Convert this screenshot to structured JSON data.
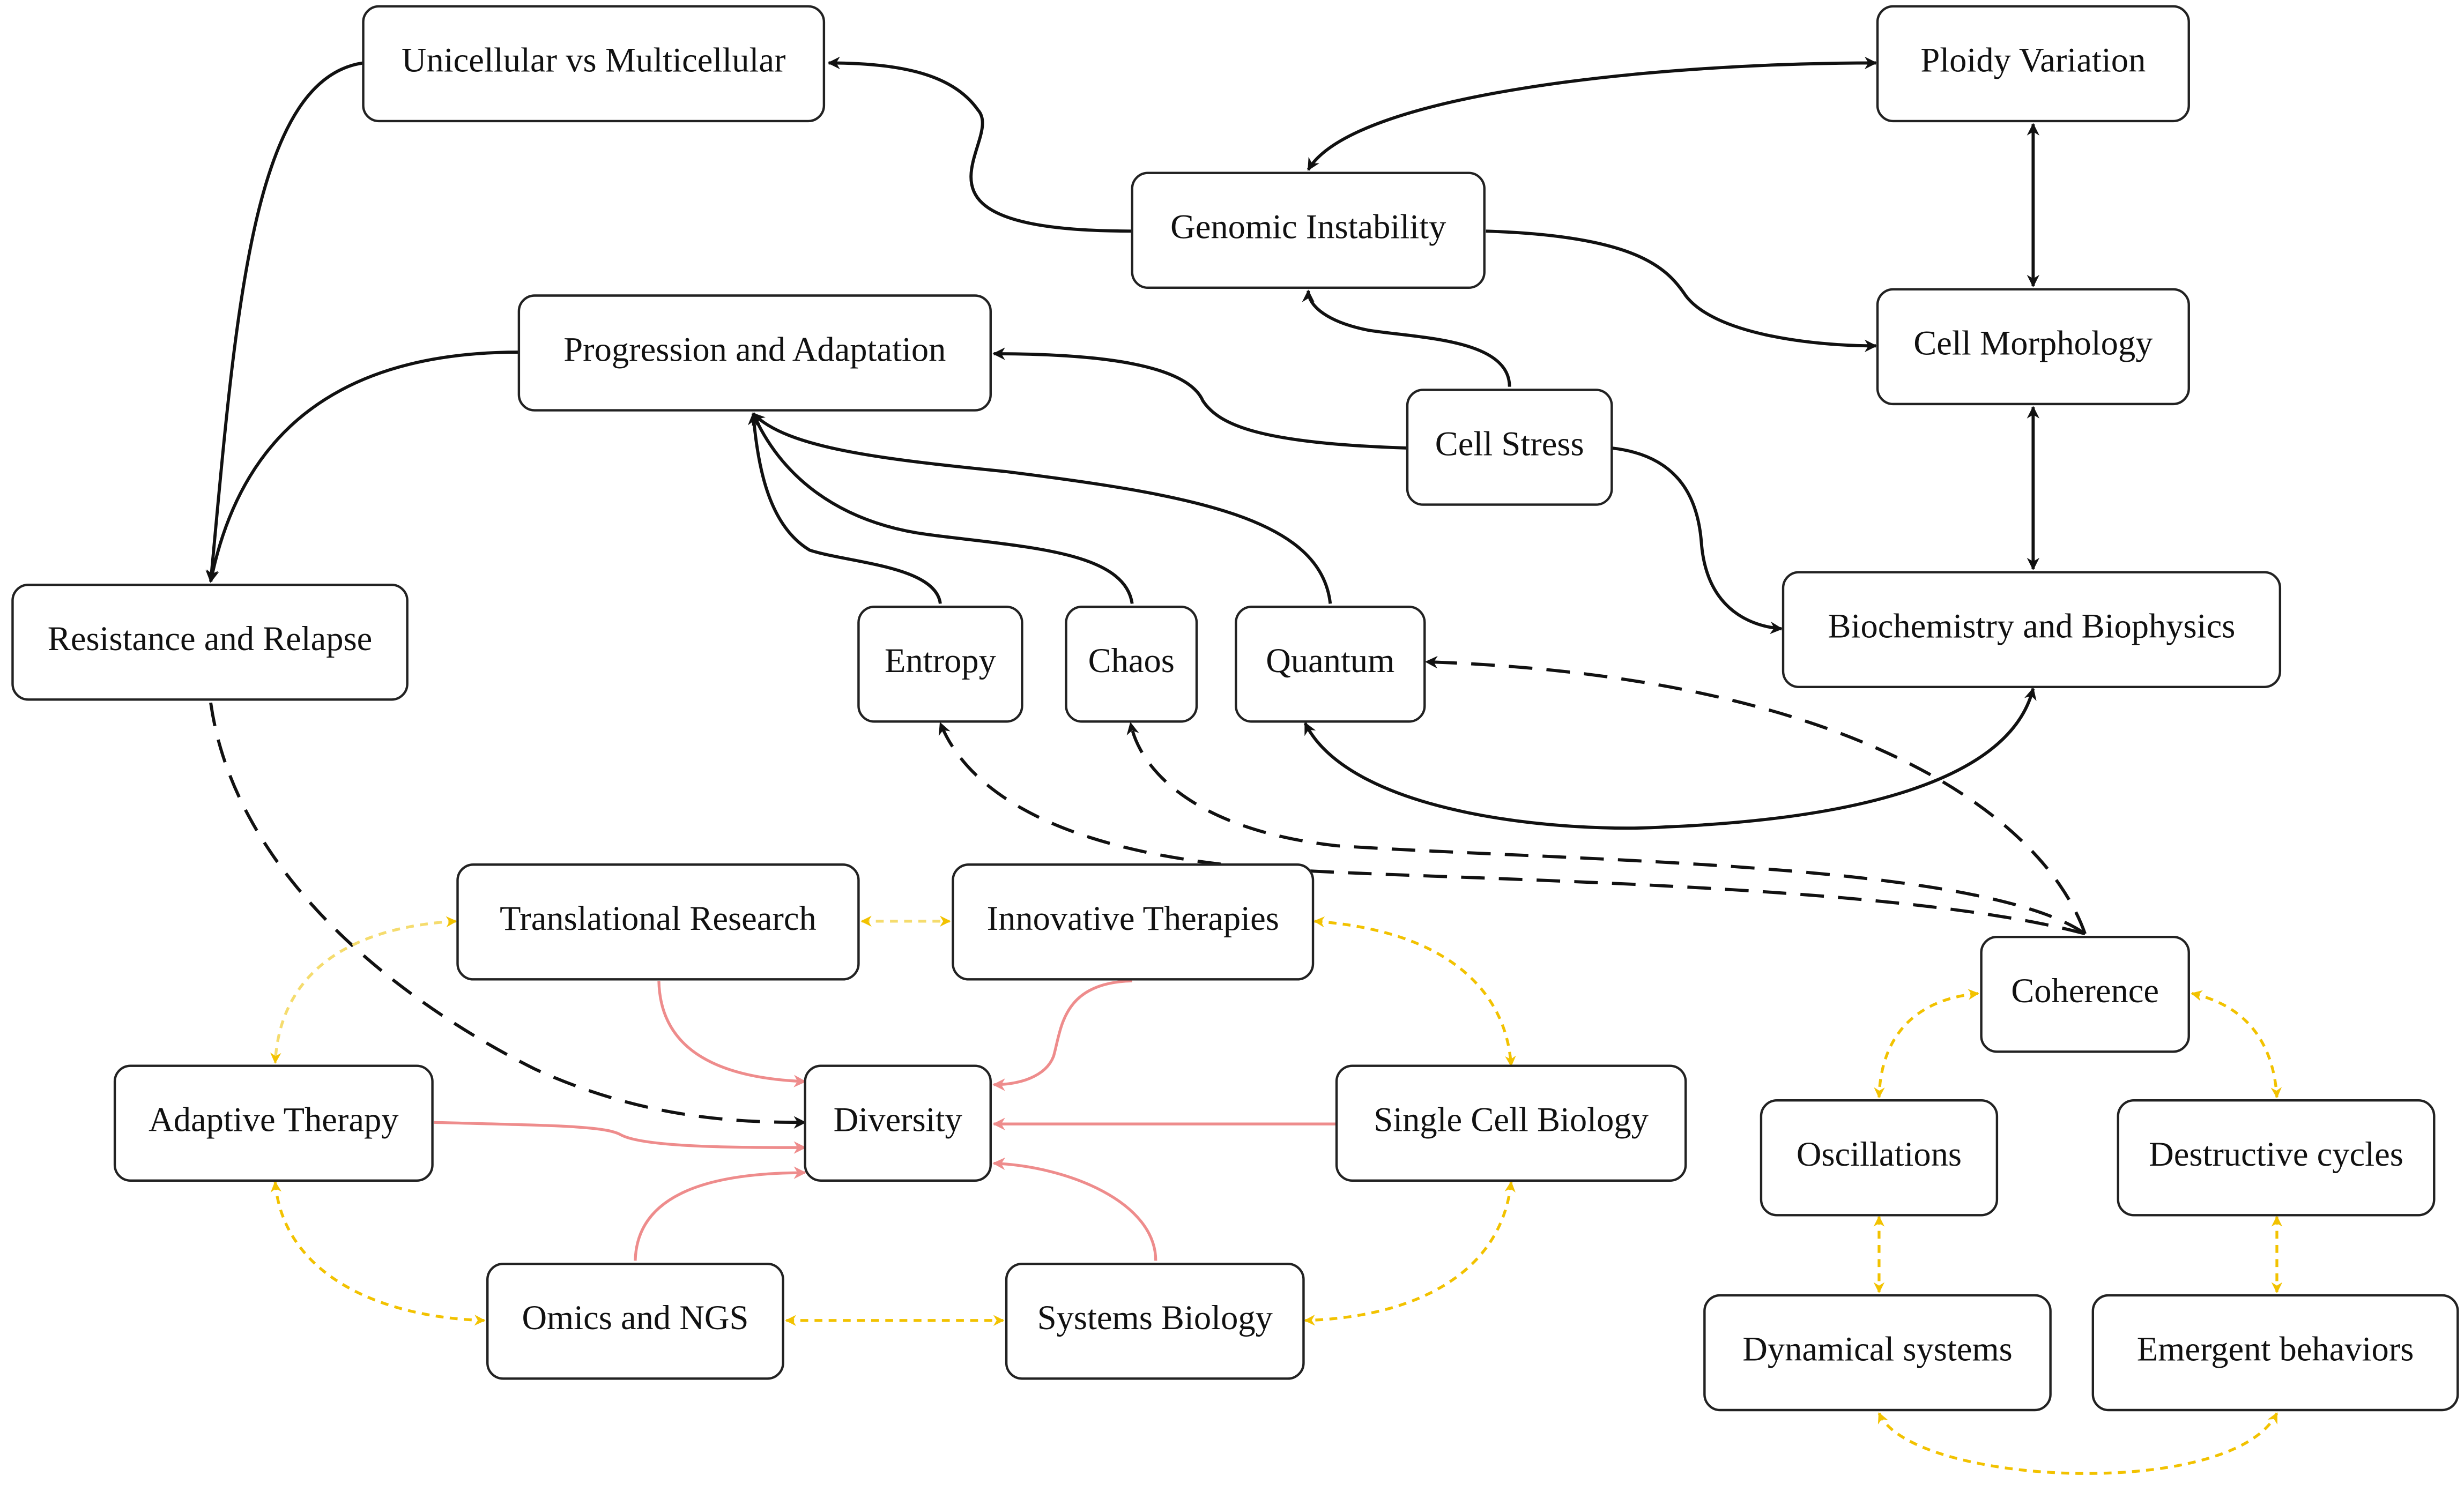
{
  "colors": {
    "node_border": "#222222",
    "arrow_black": "#111111",
    "arrow_red": "#ee8c8c",
    "arrow_yellow": "#f2c200",
    "arrow_yellow_light": "#f5dc6e"
  },
  "nodes": [
    {
      "id": "unicellular",
      "label": "Unicellular vs Multicellular"
    },
    {
      "id": "ploidy",
      "label": "Ploidy Variation"
    },
    {
      "id": "genomic",
      "label": "Genomic Instability"
    },
    {
      "id": "progression",
      "label": "Progression and Adaptation"
    },
    {
      "id": "morphology",
      "label": "Cell Morphology"
    },
    {
      "id": "stress",
      "label": "Cell Stress"
    },
    {
      "id": "resistance",
      "label": "Resistance and Relapse"
    },
    {
      "id": "entropy",
      "label": "Entropy"
    },
    {
      "id": "chaos",
      "label": "Chaos"
    },
    {
      "id": "quantum",
      "label": "Quantum"
    },
    {
      "id": "biochem",
      "label": "Biochemistry and Biophysics"
    },
    {
      "id": "translational",
      "label": "Translational Research"
    },
    {
      "id": "innovative",
      "label": "Innovative Therapies"
    },
    {
      "id": "coherence",
      "label": "Coherence"
    },
    {
      "id": "adaptive",
      "label": "Adaptive Therapy"
    },
    {
      "id": "diversity",
      "label": "Diversity"
    },
    {
      "id": "singlecell",
      "label": "Single Cell Biology"
    },
    {
      "id": "oscillations",
      "label": "Oscillations"
    },
    {
      "id": "destructive",
      "label": "Destructive cycles"
    },
    {
      "id": "omics",
      "label": "Omics and NGS"
    },
    {
      "id": "systems",
      "label": "Systems Biology"
    },
    {
      "id": "dynamical",
      "label": "Dynamical systems"
    },
    {
      "id": "emergent",
      "label": "Emergent behaviors"
    }
  ],
  "edges": [
    {
      "from": "genomic",
      "to": "unicellular",
      "style": "solid",
      "color": "black"
    },
    {
      "from": "ploidy",
      "to": "genomic",
      "style": "solid",
      "color": "black",
      "bidirectional": true
    },
    {
      "from": "genomic",
      "to": "morphology",
      "style": "solid",
      "color": "black"
    },
    {
      "from": "ploidy",
      "to": "morphology",
      "style": "solid",
      "color": "black",
      "bidirectional": true
    },
    {
      "from": "stress",
      "to": "genomic",
      "style": "solid",
      "color": "black"
    },
    {
      "from": "stress",
      "to": "progression",
      "style": "solid",
      "color": "black"
    },
    {
      "from": "stress",
      "to": "biochem",
      "style": "solid",
      "color": "black"
    },
    {
      "from": "morphology",
      "to": "biochem",
      "style": "solid",
      "color": "black",
      "bidirectional": true
    },
    {
      "from": "unicellular",
      "to": "resistance",
      "style": "solid",
      "color": "black"
    },
    {
      "from": "progression",
      "to": "resistance",
      "style": "solid",
      "color": "black"
    },
    {
      "from": "entropy",
      "to": "progression",
      "style": "solid",
      "color": "black"
    },
    {
      "from": "chaos",
      "to": "progression",
      "style": "solid",
      "color": "black"
    },
    {
      "from": "quantum",
      "to": "progression",
      "style": "solid",
      "color": "black"
    },
    {
      "from": "quantum",
      "to": "biochem",
      "style": "solid",
      "color": "black",
      "bidirectional": true
    },
    {
      "from": "coherence",
      "to": "quantum",
      "style": "dashed",
      "color": "black"
    },
    {
      "from": "coherence",
      "to": "chaos",
      "style": "dashed",
      "color": "black"
    },
    {
      "from": "coherence",
      "to": "entropy",
      "style": "dashed",
      "color": "black"
    },
    {
      "from": "resistance",
      "to": "diversity",
      "style": "dashed",
      "color": "black"
    },
    {
      "from": "translational",
      "to": "diversity",
      "style": "solid",
      "color": "red"
    },
    {
      "from": "innovative",
      "to": "diversity",
      "style": "solid",
      "color": "red"
    },
    {
      "from": "adaptive",
      "to": "diversity",
      "style": "solid",
      "color": "red"
    },
    {
      "from": "singlecell",
      "to": "diversity",
      "style": "solid",
      "color": "red"
    },
    {
      "from": "omics",
      "to": "diversity",
      "style": "solid",
      "color": "red"
    },
    {
      "from": "systems",
      "to": "diversity",
      "style": "solid",
      "color": "red"
    },
    {
      "from": "translational",
      "to": "innovative",
      "style": "dotted",
      "color": "yellow",
      "bidirectional": true
    },
    {
      "from": "translational",
      "to": "adaptive",
      "style": "dotted",
      "color": "yellow",
      "bidirectional": true
    },
    {
      "from": "innovative",
      "to": "singlecell",
      "style": "dotted",
      "color": "yellow",
      "bidirectional": true
    },
    {
      "from": "adaptive",
      "to": "omics",
      "style": "dotted",
      "color": "yellow",
      "bidirectional": true
    },
    {
      "from": "omics",
      "to": "systems",
      "style": "dotted",
      "color": "yellow",
      "bidirectional": true
    },
    {
      "from": "singlecell",
      "to": "systems",
      "style": "dotted",
      "color": "yellow",
      "bidirectional": true
    },
    {
      "from": "coherence",
      "to": "oscillations",
      "style": "dotted",
      "color": "yellow",
      "bidirectional": true
    },
    {
      "from": "coherence",
      "to": "destructive",
      "style": "dotted",
      "color": "yellow",
      "bidirectional": true
    },
    {
      "from": "oscillations",
      "to": "dynamical",
      "style": "dotted",
      "color": "yellow",
      "bidirectional": true
    },
    {
      "from": "destructive",
      "to": "emergent",
      "style": "dotted",
      "color": "yellow",
      "bidirectional": true
    },
    {
      "from": "dynamical",
      "to": "emergent",
      "style": "dotted",
      "color": "yellow",
      "bidirectional": true
    }
  ]
}
